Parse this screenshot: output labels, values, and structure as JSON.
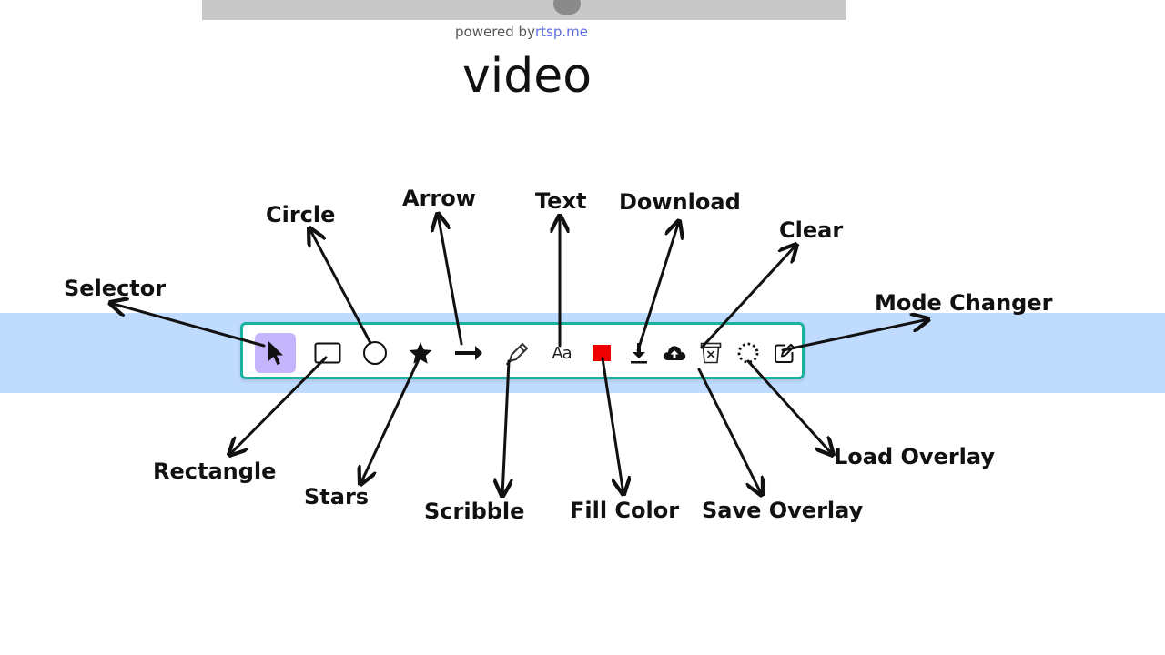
{
  "video_area": {
    "powered_prefix": "powered by",
    "powered_link": "rtsp.me",
    "title": "video"
  },
  "toolbar": {
    "frame_color": "#19b3a0",
    "band_color": "#bfdbfe",
    "active_color": "#c4b5fd",
    "text_glyph": "Aa",
    "fill_color": "#ee0000",
    "tools": [
      {
        "name": "selector",
        "icon": "cursor-arrow-icon",
        "active": true
      },
      {
        "name": "rectangle",
        "icon": "rectangle-icon",
        "active": false
      },
      {
        "name": "circle",
        "icon": "circle-icon",
        "active": false
      },
      {
        "name": "stars",
        "icon": "star-icon",
        "active": false
      },
      {
        "name": "arrow",
        "icon": "arrow-right-icon",
        "active": false
      },
      {
        "name": "scribble",
        "icon": "pencil-icon",
        "active": false
      },
      {
        "name": "text",
        "icon": "text-aa-icon",
        "active": false
      },
      {
        "name": "fill-color",
        "icon": "color-swatch-icon",
        "active": false
      },
      {
        "name": "download",
        "icon": "download-icon",
        "active": false
      },
      {
        "name": "save-overlay",
        "icon": "cloud-upload-icon",
        "active": false
      },
      {
        "name": "clear",
        "icon": "trash-x-icon",
        "active": false
      },
      {
        "name": "load-overlay",
        "icon": "dotted-circle-icon",
        "active": false
      },
      {
        "name": "mode-changer",
        "icon": "edit-square-icon",
        "active": false
      }
    ]
  },
  "labels": {
    "selector": "Selector",
    "circle": "Circle",
    "arrow": "Arrow",
    "text": "Text",
    "download": "Download",
    "clear": "Clear",
    "mode_changer": "Mode Changer",
    "rectangle": "Rectangle",
    "stars": "Stars",
    "scribble": "Scribble",
    "fill_color": "Fill Color",
    "save_overlay": "Save Overlay",
    "load_overlay": "Load Overlay"
  }
}
